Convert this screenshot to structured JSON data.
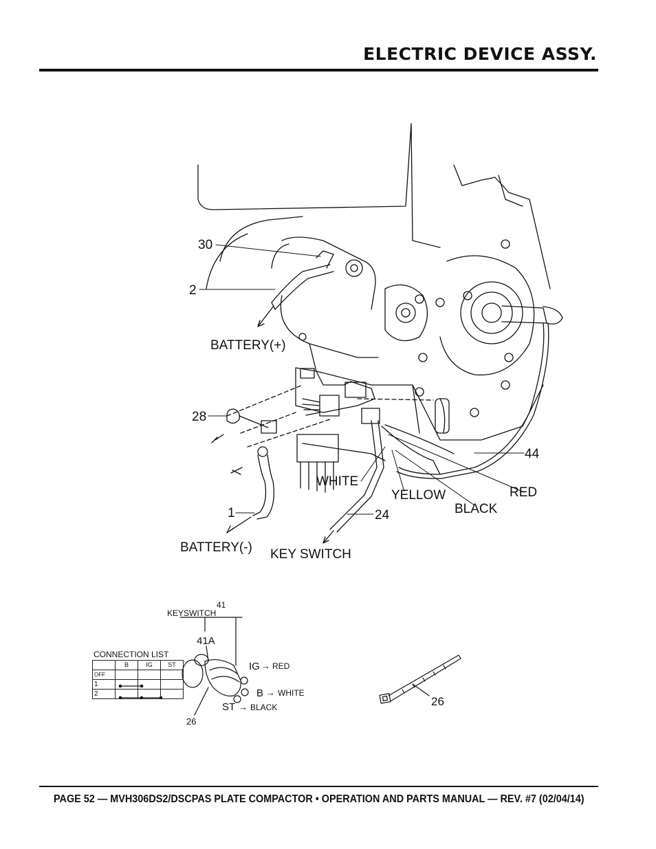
{
  "header": {
    "title": "ELECTRIC DEVICE ASSY."
  },
  "footer": {
    "text": "PAGE 52 — MVH306DS2/DSCPAS PLATE COMPACTOR • OPERATION AND PARTS MANUAL — REV. #7 (02/04/14)"
  },
  "callouts": {
    "c30": "30",
    "c2": "2",
    "battery_pos": "BATTERY(+)",
    "c28": "28",
    "c44": "44",
    "white": "WHITE",
    "yellow": "YELLOW",
    "red": "RED",
    "black": "BLACK",
    "c1": "1",
    "c24": "24",
    "battery_neg": "BATTERY(-)",
    "key_switch": "KEY SWITCH"
  },
  "keyswitch": {
    "c41": "41",
    "keyswitch_label": "KEYSWITCH",
    "c41a": "41A",
    "ig": "IG",
    "ig_wire": "RED",
    "b": "B",
    "b_wire": "WHITE",
    "st": "ST",
    "st_wire": "BLACK",
    "c26": "26"
  },
  "connection_list": {
    "title": "CONNECTION LIST",
    "columns": [
      "",
      "B",
      "IG",
      "ST"
    ],
    "rows": [
      "OFF",
      "1",
      "2"
    ]
  },
  "cable_tie": {
    "c26": "26"
  }
}
